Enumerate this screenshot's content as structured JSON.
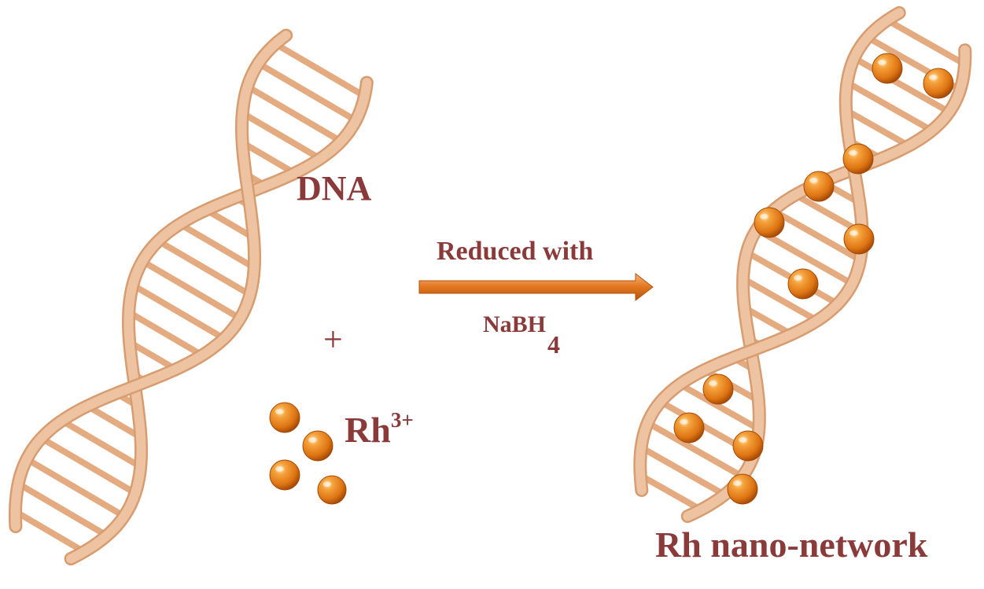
{
  "labels": {
    "reactant": "DNA",
    "plus": "+",
    "ion_symbol": "Rh",
    "ion_charge": "3+",
    "reagent_line1": "Reduced with",
    "reagent_formula": "NaBH",
    "reagent_subscript": "4",
    "product": "Rh nano-network"
  },
  "colors": {
    "text": "#8b3a3a",
    "dna_backbone": "#edc3a1",
    "dna_backbone_shade": "#d79c70",
    "dna_rungs": "#e2a173",
    "particle": "#e77f1a",
    "particle_dark": "#a44a06",
    "arrow": "#e07a2c"
  },
  "icons": [
    "dna-helix-icon",
    "rh-ion-particle-icon",
    "reaction-arrow-icon",
    "rh-nanoparticle-icon"
  ]
}
